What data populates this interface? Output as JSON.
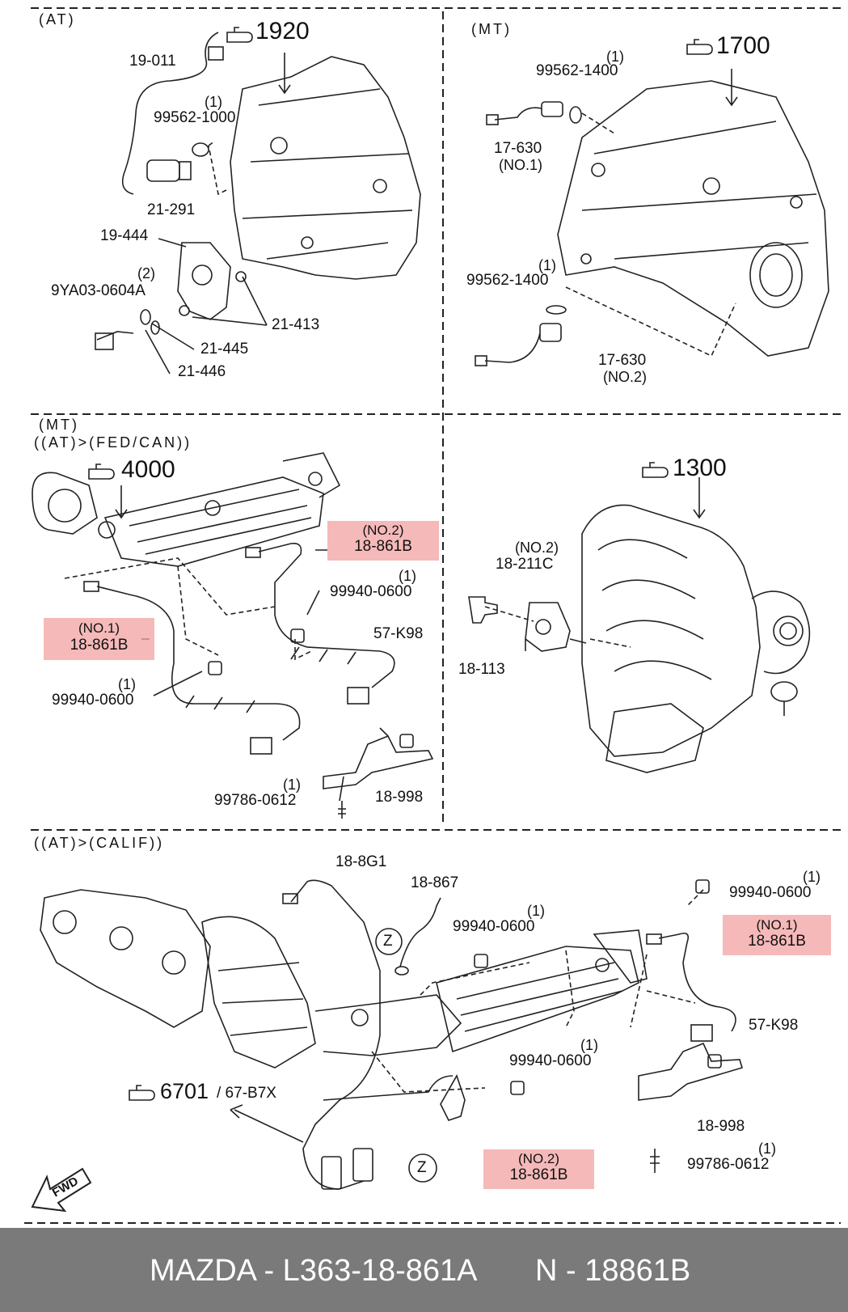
{
  "sections": {
    "at_trans": {
      "header": "(AT)",
      "ref": "1920",
      "labels": {
        "wire_sensor": "19-011",
        "washer_qty": "(1)",
        "washer": "99562-1000",
        "switch": "21-291",
        "range_sensor": "19-444",
        "bolt_qty": "(2)",
        "bolt": "9YA03-0604A",
        "oring": "21-413",
        "washer2": "21-445",
        "washer3": "21-446"
      }
    },
    "mt_trans": {
      "header": "(MT)",
      "ref": "1700",
      "labels": {
        "gasket1_qty": "(1)",
        "gasket1": "99562-1400",
        "switch1": "17-630",
        "switch1_no": "(NO.1)",
        "gasket2_qty": "(1)",
        "gasket2": "99562-1400",
        "switch2": "17-630",
        "switch2_no": "(NO.2)"
      }
    },
    "exhaust_fed": {
      "header_line1": "(MT)",
      "header_line2": "((AT)>(FED/CAN))",
      "ref": "4000",
      "labels": {
        "o2_no2_tag": "(NO.2)",
        "o2_no2": "18-861B",
        "o2_no1_tag": "(NO.1)",
        "o2_no1": "18-861B",
        "nut1_qty": "(1)",
        "nut1": "99940-0600",
        "nut2_qty": "(1)",
        "nut2": "99940-0600",
        "clip": "57-K98",
        "bracket": "18-998",
        "bolt_qty": "(1)",
        "bolt": "99786-0612"
      }
    },
    "intake": {
      "ref": "1300",
      "labels": {
        "solenoid_no": "(NO.2)",
        "solenoid": "18-211C",
        "bolt": "18-113"
      }
    },
    "exhaust_calif": {
      "header": "((AT)>(CALIF))",
      "labels": {
        "sensor_8g1": "18-8G1",
        "sensor_867": "18-867",
        "z1": "Z",
        "nut_a_qty": "(1)",
        "nut_a": "99940-0600",
        "nut_b_qty": "(1)",
        "nut_b": "99940-0600",
        "o2_no1_tag": "(NO.1)",
        "o2_no1": "18-861B",
        "nut_c_qty": "(1)",
        "nut_c": "99940-0600",
        "clip": "57-K98",
        "bracket": "18-998",
        "bolt_qty": "(1)",
        "bolt": "99786-0612",
        "ref_6701": "6701",
        "ref_67b7x": "/ 67-B7X",
        "z2": "Z",
        "o2_no2_tag": "(NO.2)",
        "o2_no2": "18-861B",
        "fwd": "FWD"
      }
    }
  },
  "footer": {
    "brand_part": "MAZDA - L363-18-861A",
    "n_part": "N - 18861B"
  },
  "colors": {
    "highlight": "#f2a2a2",
    "footer_bg": "#7a7a7a"
  }
}
